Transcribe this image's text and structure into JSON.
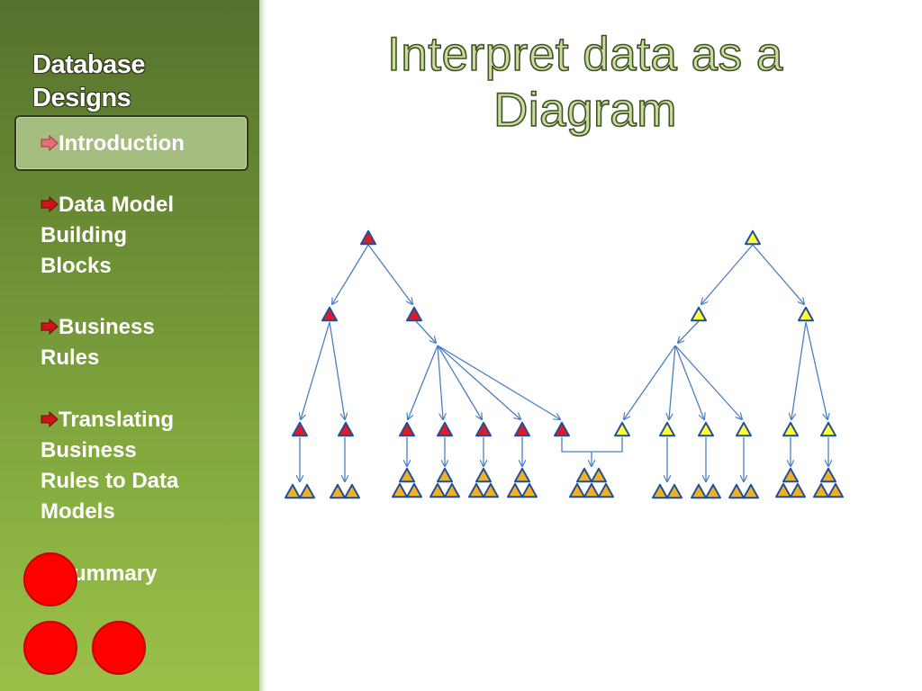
{
  "sidebar": {
    "title_line1": "Database",
    "title_line2": "Designs",
    "items": [
      {
        "label": "Introduction",
        "active": true
      },
      {
        "label_lines": [
          "Data Model",
          "Building",
          "Blocks"
        ]
      },
      {
        "label_lines": [
          "Business",
          "Rules"
        ]
      },
      {
        "label_lines": [
          "Translating",
          "Business",
          "Rules to Data",
          "Models"
        ]
      },
      {
        "label": "Summary"
      }
    ]
  },
  "slide": {
    "title_line1": "Interpret data as a",
    "title_line2": "Diagram"
  },
  "colors": {
    "red_node": "#e01b24",
    "yellow_node": "#ffff33",
    "orange_node": "#f2b01e",
    "node_outline": "#1f4e9a",
    "arrow": "#4a7fc1",
    "decor_circle": "#ff0000"
  }
}
